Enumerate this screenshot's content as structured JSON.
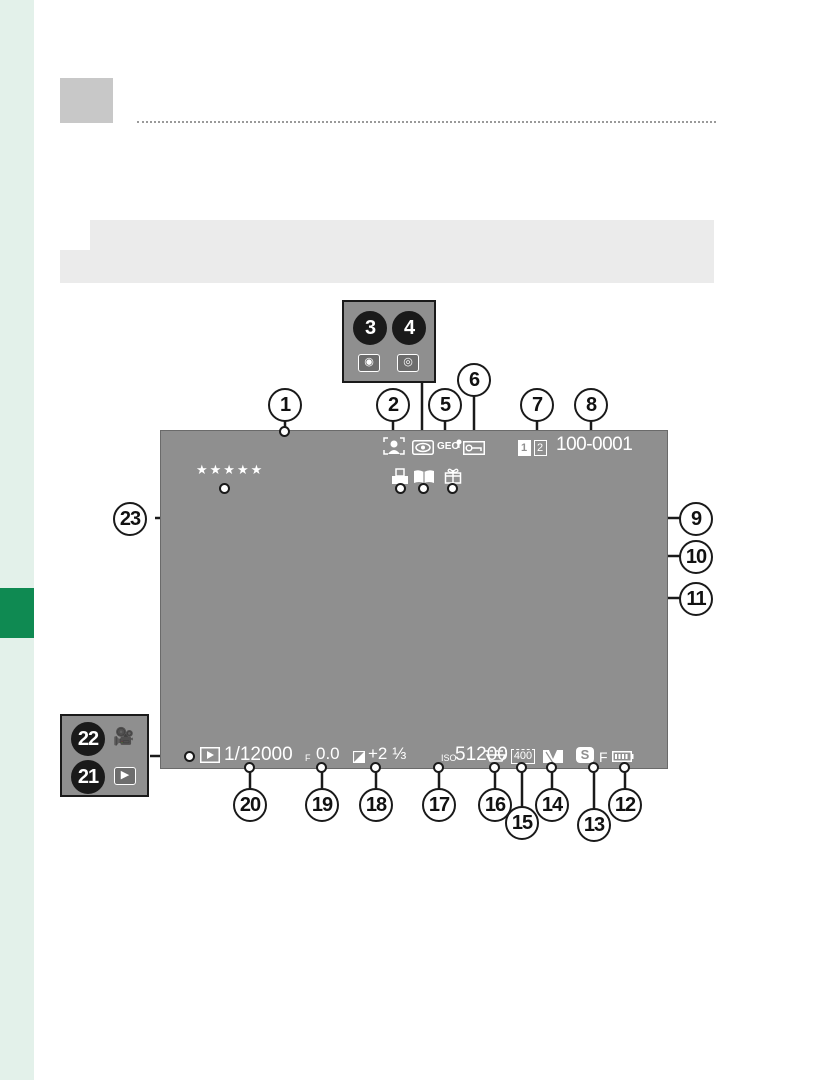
{
  "rating": "★★★★★",
  "file_number": "100-0001",
  "memory_slots": [
    "1",
    "2"
  ],
  "geo_label": "GEO",
  "shutter_speed": "1/12000",
  "aperture_prefix": "F",
  "aperture": "0.0",
  "exposure_compensation": "+2 ⅓",
  "iso_prefix": "ISO",
  "iso": "51200",
  "dynamic_range": "400",
  "film_sim_letter": "S",
  "quality_letter": "F",
  "callouts": [
    "1",
    "2",
    "3",
    "4",
    "5",
    "6",
    "7",
    "8",
    "9",
    "10",
    "11",
    "12",
    "13",
    "14",
    "15",
    "16",
    "17",
    "18",
    "19",
    "20",
    "21",
    "22",
    "23"
  ],
  "icons": {
    "top_inset": [
      "red-eye-icon",
      "advanced-filter-icon"
    ],
    "left_inset": [
      "movie-icon",
      "playback-icon"
    ]
  },
  "colors": {
    "side_strip": "#e3f1ea",
    "side_tab": "#0f8a52",
    "screen": "#8f8f8f",
    "panel": "#ebebeb"
  }
}
